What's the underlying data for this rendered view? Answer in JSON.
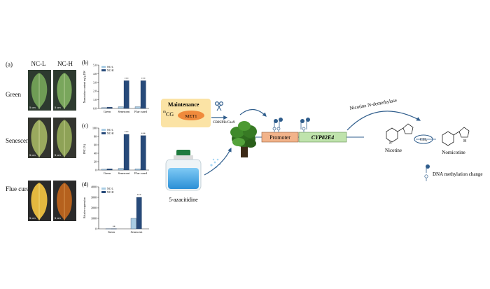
{
  "panel_a": {
    "label": "(a)",
    "col_labels": [
      "NC-L",
      "NC-H"
    ],
    "row_labels": [
      "Green",
      "Senescent",
      "Flue cured"
    ],
    "scale_label": "5 cm"
  },
  "chart_data": [
    {
      "type": "bar",
      "panel": "(b)",
      "ylabel": "Nornicotine content mg/g DW",
      "categories": [
        "Green",
        "Senescent",
        "Flue cured"
      ],
      "series": [
        {
          "name": "NC-L",
          "values": [
            0.1,
            0.2,
            0.2
          ]
        },
        {
          "name": "NC-H",
          "values": [
            0.15,
            3.2,
            3.2
          ]
        }
      ],
      "ylim": [
        0,
        5
      ],
      "yticks": [
        "0.0",
        "1.0",
        "2.0",
        "3.0",
        "4.0",
        "5.0"
      ],
      "annotations": [
        "***",
        "***"
      ],
      "legend": "top-left"
    },
    {
      "type": "bar",
      "panel": "(c)",
      "ylabel": "PNC (%)",
      "categories": [
        "Green",
        "Senescent",
        "Flue cured"
      ],
      "series": [
        {
          "name": "NC-L",
          "values": [
            2,
            4,
            3
          ]
        },
        {
          "name": "NC-H",
          "values": [
            3,
            85,
            82
          ]
        }
      ],
      "ylim": [
        0,
        100
      ],
      "yticks": [
        "0",
        "20",
        "40",
        "60",
        "80",
        "100"
      ],
      "annotations": [
        "***",
        "***"
      ],
      "legend": "top-left"
    },
    {
      "type": "bar",
      "panel": "(d)",
      "ylabel": "Relative expression",
      "categories": [
        "Green",
        "Senescent"
      ],
      "series": [
        {
          "name": "NC-L",
          "values": [
            10,
            1000
          ]
        },
        {
          "name": "NC-H",
          "values": [
            15,
            3000
          ]
        }
      ],
      "ylim": [
        0,
        4000
      ],
      "yticks": [
        "0",
        "1000",
        "2000",
        "3000",
        "4000"
      ],
      "annotations": [
        "**",
        "***"
      ],
      "legend": "top-left"
    }
  ],
  "diagram": {
    "maintenance": {
      "title": "Maintenance",
      "mcg_super": "m",
      "mcg_main": "CG",
      "met1": "MET1"
    },
    "crispr_label": "CRISPR/Cas9",
    "azacitidine_label": "5-azacitidine",
    "promoter_label": "Promoter",
    "gene_label": "CYP82E4",
    "enzyme_label": "Nicotine N-demethylase",
    "nicotine_label": "Nicotine",
    "nornicotine_label": "Nornicotine",
    "methyl_label": "CH₃",
    "nornicotine_h": "H",
    "legend_label": "DNA methylation change",
    "colors": {
      "maintenance_bg": "#fbe3a5",
      "met1_oval": "#f08a3c",
      "promoter": "#f2b38a",
      "gene": "#bfe3ac",
      "arrow": "#2f5d8c",
      "bar_light": "#a9cce3",
      "bar_dark": "#274a7a",
      "bottle_liquid": "#3aa0e6"
    }
  }
}
